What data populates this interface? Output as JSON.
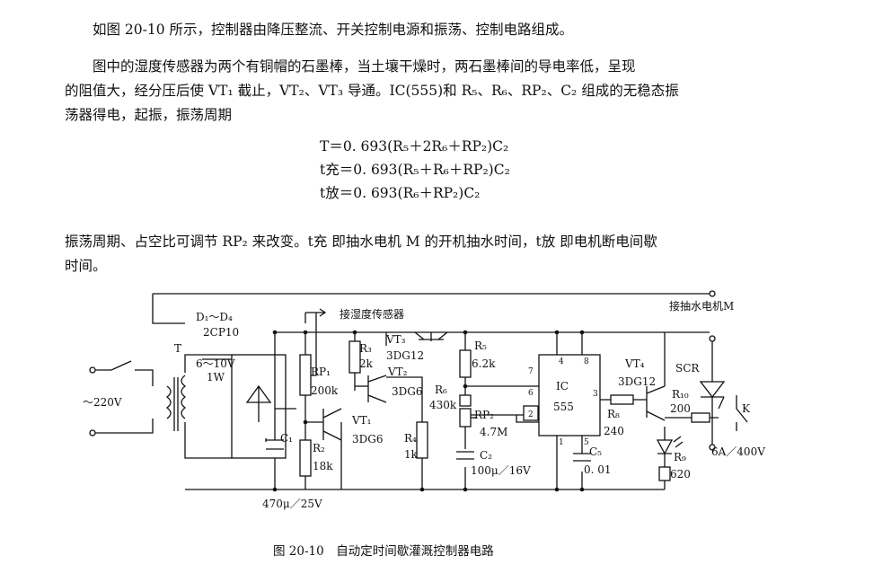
{
  "text": {
    "p1": "如图 20-10 所示，控制器由降压整流、开关控制电源和振荡、控制电路组成。",
    "p2a": "图中的湿度传感器为两个有铜帽的石墨棒，当土壤干燥时，两石墨棒间的导电率低，呈现",
    "p2b": "的阻值大，经分压后使 VT₁ 截止，VT₂、VT₃ 导通。IC(555)和 R₅、R₆、RP₂、C₂ 组成的无稳态振",
    "p2c": "荡器得电，起振，振荡周期",
    "f1": "T＝0. 693(R₅＋2R₆＋RP₂)C₂",
    "f2": "t充＝0. 693(R₅＋R₆＋RP₂)C₂",
    "f3": "t放＝0. 693(R₆＋RP₂)C₂",
    "p3a": "振荡周期、占空比可调节 RP₂ 来改变。t充 即抽水电机 M 的开机抽水时间，t放 即电机断电间歇",
    "p3b": "时间。"
  },
  "diagram": {
    "caption": "图 20-10　自动定时间歇灌溉控制器电路",
    "labels": {
      "mains": "～220V",
      "T": "T",
      "bridge_ref": "D₁～D₄",
      "bridge_part": "2CP10",
      "trans_rating": "6～10V",
      "trans_power": "1W",
      "c1": "C₁",
      "c1_value": "470μ／25V",
      "sensor": "接湿度传感器",
      "rp1": "RP₁",
      "rp1_value": "200k",
      "r2": "R₂",
      "r2_value": "18k",
      "r3": "R₃",
      "r3_value": "2k",
      "vt1": "VT₁",
      "vt1_part": "3DG6",
      "vt2": "VT₂",
      "vt2_part": "3DG6",
      "vt3": "VT₃",
      "vt3_part": "3DG12",
      "r4": "R₄",
      "r4_value": "1k",
      "r5": "R₅",
      "r5_value": "6.2k",
      "r6": "R₆",
      "r6_value": "430k",
      "rp2": "RP₂",
      "rp2_value": "4.7M",
      "c2": "C₂",
      "c2_value": "100μ／16V",
      "ic": "IC",
      "ic_part": "555",
      "pin7": "7",
      "pin4": "4",
      "pin8": "8",
      "pin6": "6",
      "pin3": "3",
      "pin2": "2",
      "pin1": "1",
      "pin5": "5",
      "c5": "C₅",
      "c5_value": "0. 01",
      "r8": "R₈",
      "r8_value": "240",
      "vt4": "VT₄",
      "vt4_part": "3DG12",
      "r9": "R₉",
      "r9_value": "620",
      "r10": "R₁₀",
      "r10_value": "200",
      "scr": "SCR",
      "k": "K",
      "motor": "接抽水电机M",
      "scr_rating": "6A／400V"
    }
  }
}
